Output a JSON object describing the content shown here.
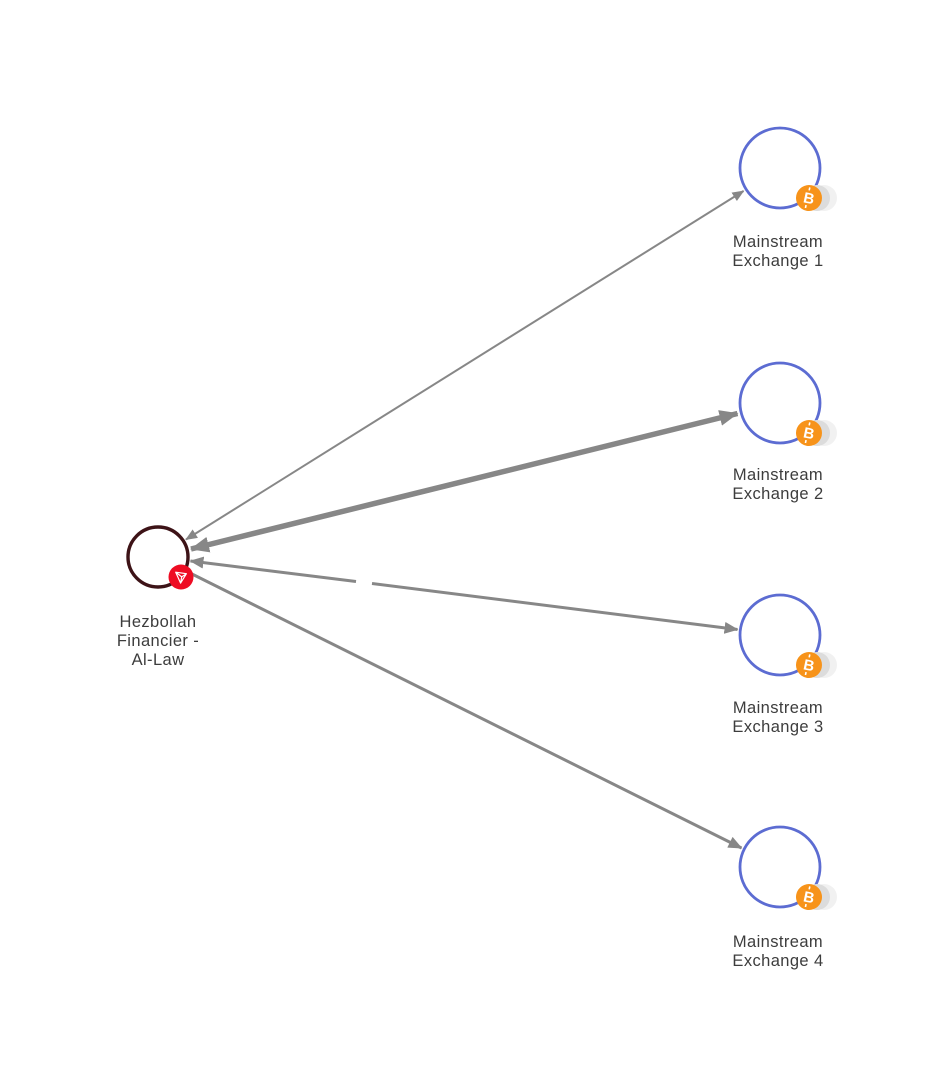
{
  "canvas": {
    "background": "#ffffff"
  },
  "colors": {
    "canvas_bg": "#ffffff",
    "edge_color": "#878787",
    "source_stroke": "#3d1317",
    "tron_red": "#ee0c23",
    "exchange_stroke": "#5c6cd2",
    "bitcoin_orange": "#f7931a",
    "coin_mid": "#dcdcdc",
    "coin_back": "#f1f1f1",
    "label_text": "#3d3d3d"
  },
  "source_node": {
    "label": "Hezbollah\nFinancier -\nAl-Law",
    "asset_icon": "tron-icon",
    "asset": "TRX"
  },
  "exchanges": [
    {
      "label": "Mainstream\nExchange 1",
      "asset_icon": "bitcoin-icon",
      "asset": "BTC"
    },
    {
      "label": "Mainstream\nExchange 2",
      "asset_icon": "bitcoin-icon",
      "asset": "BTC"
    },
    {
      "label": "Mainstream\nExchange 3",
      "asset_icon": "bitcoin-icon",
      "asset": "BTC"
    },
    {
      "label": "Mainstream\nExchange 4",
      "asset_icon": "bitcoin-icon",
      "asset": "BTC"
    }
  ],
  "edges": [
    {
      "from": "Hezbollah Financier - Al-Law",
      "to": "Mainstream Exchange 1",
      "direction": "bidirectional",
      "weight": "thin"
    },
    {
      "from": "Hezbollah Financier - Al-Law",
      "to": "Mainstream Exchange 2",
      "direction": "bidirectional",
      "weight": "thick"
    },
    {
      "from": "Hezbollah Financier - Al-Law",
      "to": "Mainstream Exchange 3",
      "direction": "bidirectional",
      "weight": "medium",
      "line_style": "broken"
    },
    {
      "from": "Hezbollah Financier - Al-Law",
      "to": "Mainstream Exchange 4",
      "direction": "outbound",
      "weight": "medium"
    }
  ]
}
